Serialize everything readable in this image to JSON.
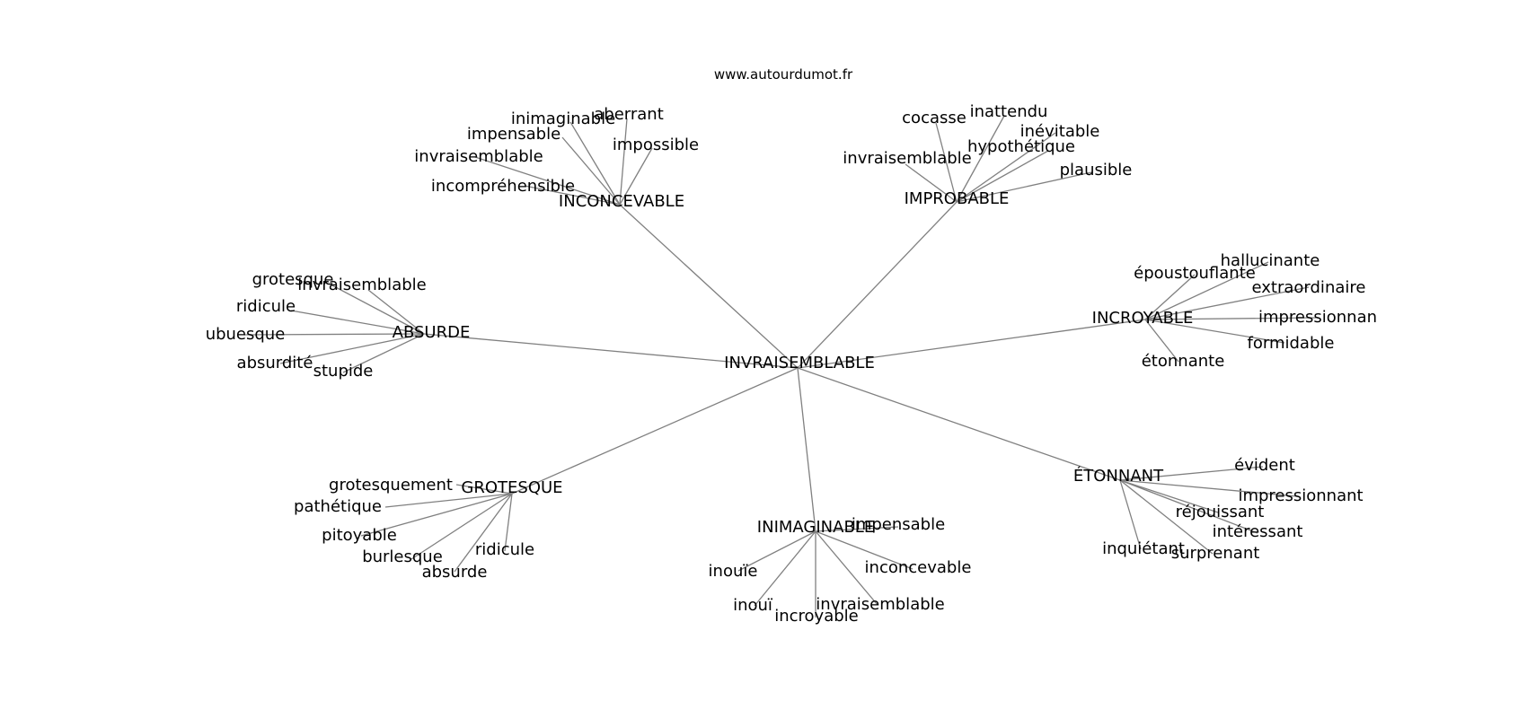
{
  "site": "www.autourdumot.fr",
  "edge_color": "#808080",
  "text_color": "#000000",
  "center": "INVRAISEMBLABLE",
  "groups": [
    {
      "word": "INCONCEVABLE",
      "neighbors": [
        "aberrant",
        "inimaginable",
        "impensable",
        "invraisemblable",
        "incompréhensible",
        "impossible"
      ]
    },
    {
      "word": "IMPROBABLE",
      "neighbors": [
        "cocasse",
        "inattendu",
        "inévitable",
        "invraisemblable",
        "hypothétique",
        "plausible"
      ]
    },
    {
      "word": "ABSURDE",
      "neighbors": [
        "grotesque",
        "invraisemblable",
        "ridicule",
        "ubuesque",
        "absurdité",
        "stupide"
      ]
    },
    {
      "word": "INCROYABLE",
      "neighbors": [
        "hallucinante",
        "époustouflante",
        "extraordinaire",
        "impressionnan",
        "formidable",
        "étonnante"
      ]
    },
    {
      "word": "GROTESQUE",
      "neighbors": [
        "grotesquement",
        "pathétique",
        "pitoyable",
        "burlesque",
        "absurde",
        "ridicule"
      ]
    },
    {
      "word": "INIMAGINABLE",
      "neighbors": [
        "impensable",
        "inouïe",
        "inconcevable",
        "inouï",
        "incroyable",
        "invraisemblable"
      ]
    },
    {
      "word": "ÉTONNANT",
      "neighbors": [
        "évident",
        "impressionnant",
        "réjouissant",
        "intéressant",
        "inquiétant",
        "surprenant"
      ]
    }
  ]
}
